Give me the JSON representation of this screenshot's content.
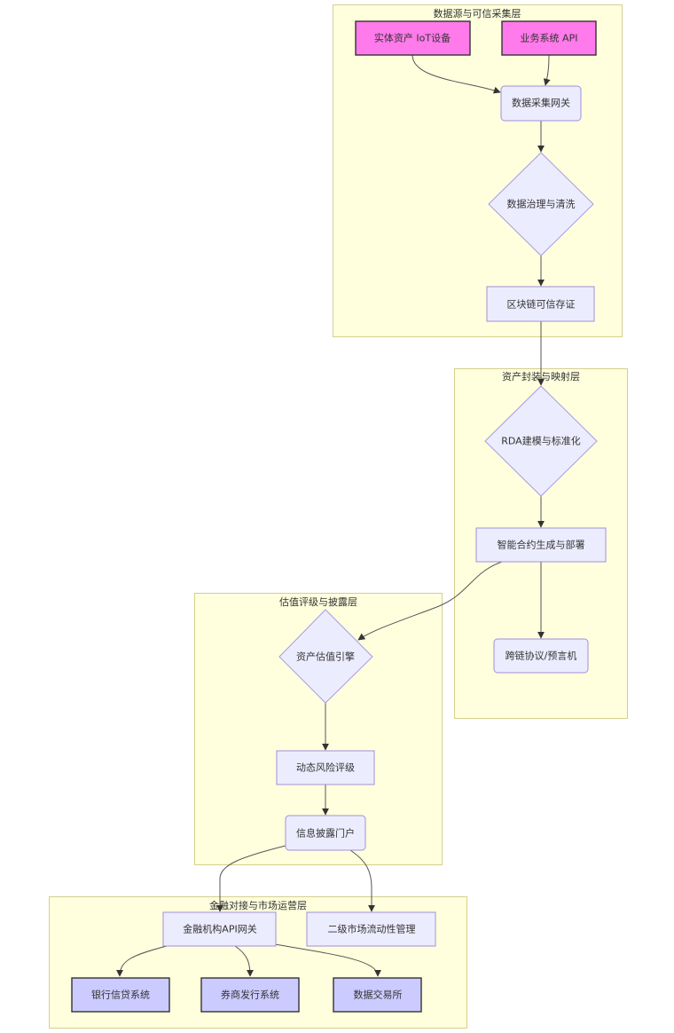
{
  "clusters": {
    "source": "数据源与可信采集层",
    "asset": "资产封装与映射层",
    "valuation": "估值评级与披露层",
    "finance": "金融对接与市场运营层"
  },
  "nodes": {
    "iot": "实体资产 IoT设备",
    "biz_api": "业务系统 API",
    "gateway": "数据采集网关",
    "governance": "数据治理与清洗",
    "blockchain": "区块链可信存证",
    "rda": "RDA建模与标准化",
    "contract": "智能合约生成与部署",
    "crosschain": "跨链协议/预言机",
    "valuation_engine": "资产估值引擎",
    "risk": "动态风险评级",
    "disclosure": "信息披露门户",
    "fin_api": "金融机构API网关",
    "secondary": "二级市场流动性管理",
    "bank": "银行信贷系统",
    "broker": "券商发行系统",
    "exchange": "数据交易所"
  }
}
